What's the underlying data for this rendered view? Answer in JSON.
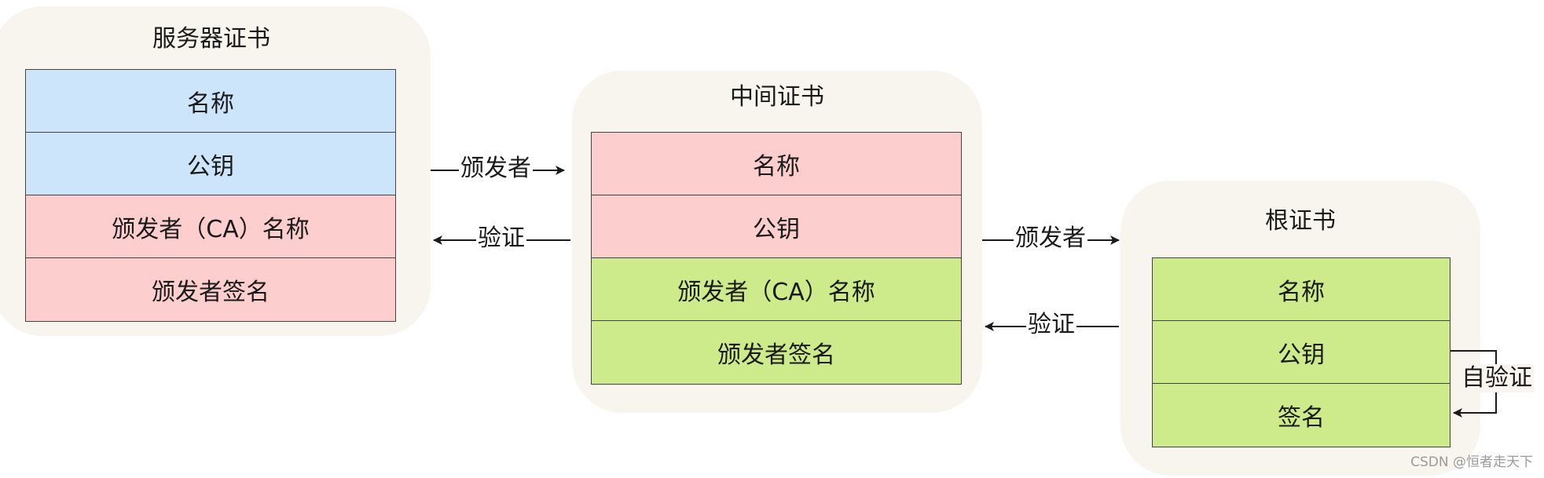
{
  "server_cert": {
    "title": "服务器证书",
    "fields": [
      {
        "label": "名称",
        "color": "blue"
      },
      {
        "label": "公钥",
        "color": "blue"
      },
      {
        "label": "颁发者（CA）名称",
        "color": "pink"
      },
      {
        "label": "颁发者签名",
        "color": "pink"
      }
    ]
  },
  "intermediate_cert": {
    "title": "中间证书",
    "fields": [
      {
        "label": "名称",
        "color": "pink"
      },
      {
        "label": "公钥",
        "color": "pink"
      },
      {
        "label": "颁发者（CA）名称",
        "color": "green"
      },
      {
        "label": "颁发者签名",
        "color": "green"
      }
    ]
  },
  "root_cert": {
    "title": "根证书",
    "fields": [
      {
        "label": "名称",
        "color": "green"
      },
      {
        "label": "公钥",
        "color": "green"
      },
      {
        "label": "签名",
        "color": "green"
      }
    ]
  },
  "edges": {
    "issuer_label_1": "颁发者",
    "verify_label_1": "验证",
    "issuer_label_2": "颁发者",
    "verify_label_2": "验证",
    "self_verify_label": "自验证"
  },
  "colors": {
    "blue": "#cce5fb",
    "pink": "#fdcece",
    "green": "#cdeb8b",
    "panel": "#f7f5ed"
  },
  "watermark": "CSDN @恒者走天下"
}
